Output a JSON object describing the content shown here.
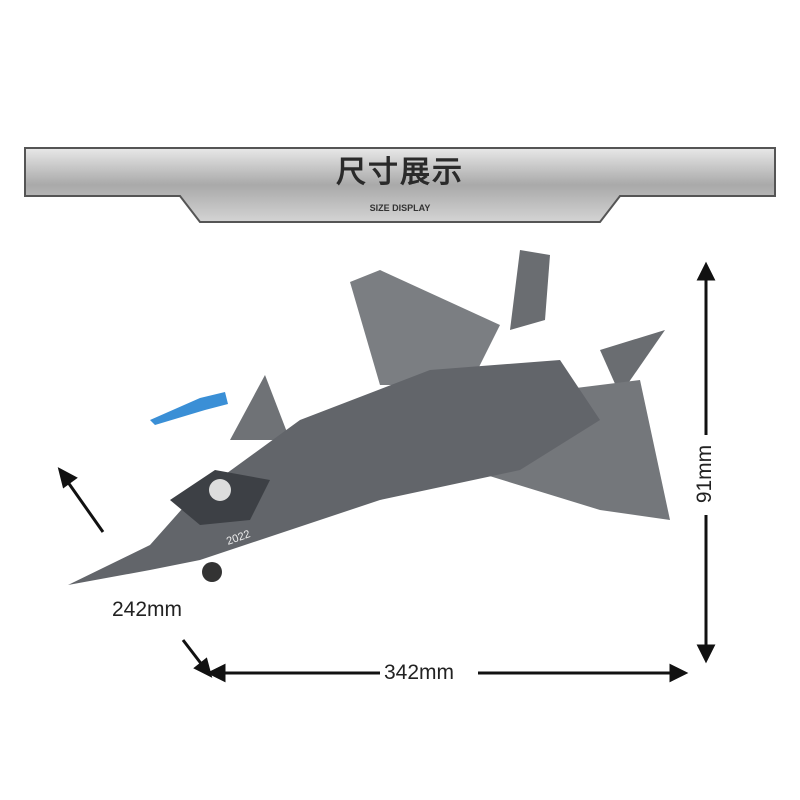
{
  "banner": {
    "title": "尺寸展示",
    "subtitle": "SIZE DISPLAY"
  },
  "dimensions": {
    "depth": "242mm",
    "width": "342mm",
    "height": "91mm"
  },
  "model": {
    "tail_number": "2022"
  },
  "colors": {
    "banner": "#b9b9b9",
    "aircraft": "#6b6e72",
    "missile": "#3a8fd6"
  }
}
